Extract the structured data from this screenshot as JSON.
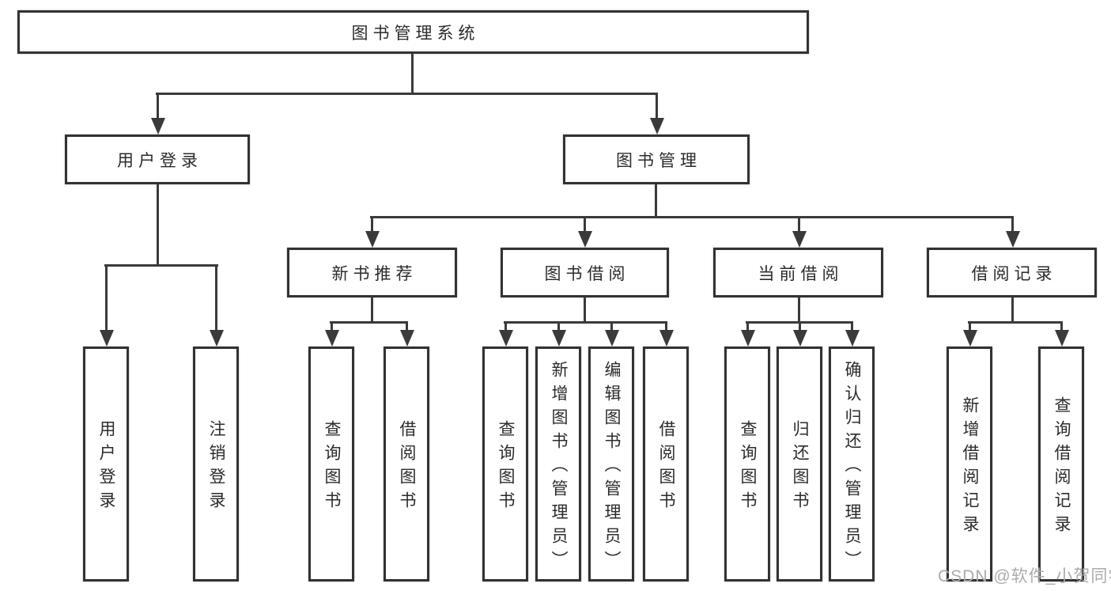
{
  "diagram": {
    "root": {
      "label": "图书管理系统"
    },
    "branches": [
      {
        "label": "用户登录",
        "children": [
          {
            "label": "用户登录"
          },
          {
            "label": "注销登录"
          }
        ]
      },
      {
        "label": "图书管理",
        "children": [
          {
            "label": "新书推荐",
            "children": [
              {
                "label": "查询图书"
              },
              {
                "label": "借阅图书"
              }
            ]
          },
          {
            "label": "图书借阅",
            "children": [
              {
                "label": "查询图书"
              },
              {
                "label": "新增图书（管理员）"
              },
              {
                "label": "编辑图书（管理员）"
              },
              {
                "label": "借阅图书"
              }
            ]
          },
          {
            "label": "当前借阅",
            "children": [
              {
                "label": "查询图书"
              },
              {
                "label": "归还图书"
              },
              {
                "label": "确认归还（管理员）"
              }
            ]
          },
          {
            "label": "借阅记录",
            "children": [
              {
                "label": "新增借阅记录"
              },
              {
                "label": "查询借阅记录"
              }
            ]
          }
        ]
      }
    ],
    "watermark": "CSDN @软件_小贺同学",
    "colors": {
      "background": "#ffffff",
      "box_border": "#323232",
      "line": "#3a3a3a",
      "text": "#2b2b2b",
      "watermark": "#ababab"
    }
  }
}
